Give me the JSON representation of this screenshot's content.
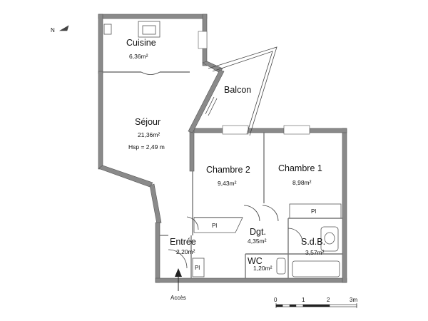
{
  "compass": {
    "label": "N",
    "icon": "north-arrow-icon"
  },
  "rooms": {
    "cuisine": {
      "name": "Cuisine",
      "area": "6,36m²"
    },
    "sejour": {
      "name": "Séjour",
      "area": "21,36m²",
      "height": "Hsp = 2,49 m"
    },
    "balcon": {
      "name": "Balcon"
    },
    "chambre2": {
      "name": "Chambre 2",
      "area": "9,43m²"
    },
    "chambre1": {
      "name": "Chambre 1",
      "area": "8,98m²"
    },
    "dgt": {
      "name": "Dgt.",
      "area": "4,35m²"
    },
    "entree": {
      "name": "Entrée",
      "area": "2,20m²"
    },
    "sdb": {
      "name": "S.d.B.",
      "area": "3,57m²"
    },
    "wc": {
      "name": "WC",
      "area": "1,20m²"
    }
  },
  "placards": {
    "chambre2": "Pl",
    "chambre1": "Pl",
    "entree": "Pl"
  },
  "access": {
    "label": "Accès"
  },
  "scale": {
    "ticks": [
      "0",
      "1",
      "2",
      "3m"
    ]
  },
  "colors": {
    "wall": "#8a8a8a",
    "line": "#444444"
  }
}
